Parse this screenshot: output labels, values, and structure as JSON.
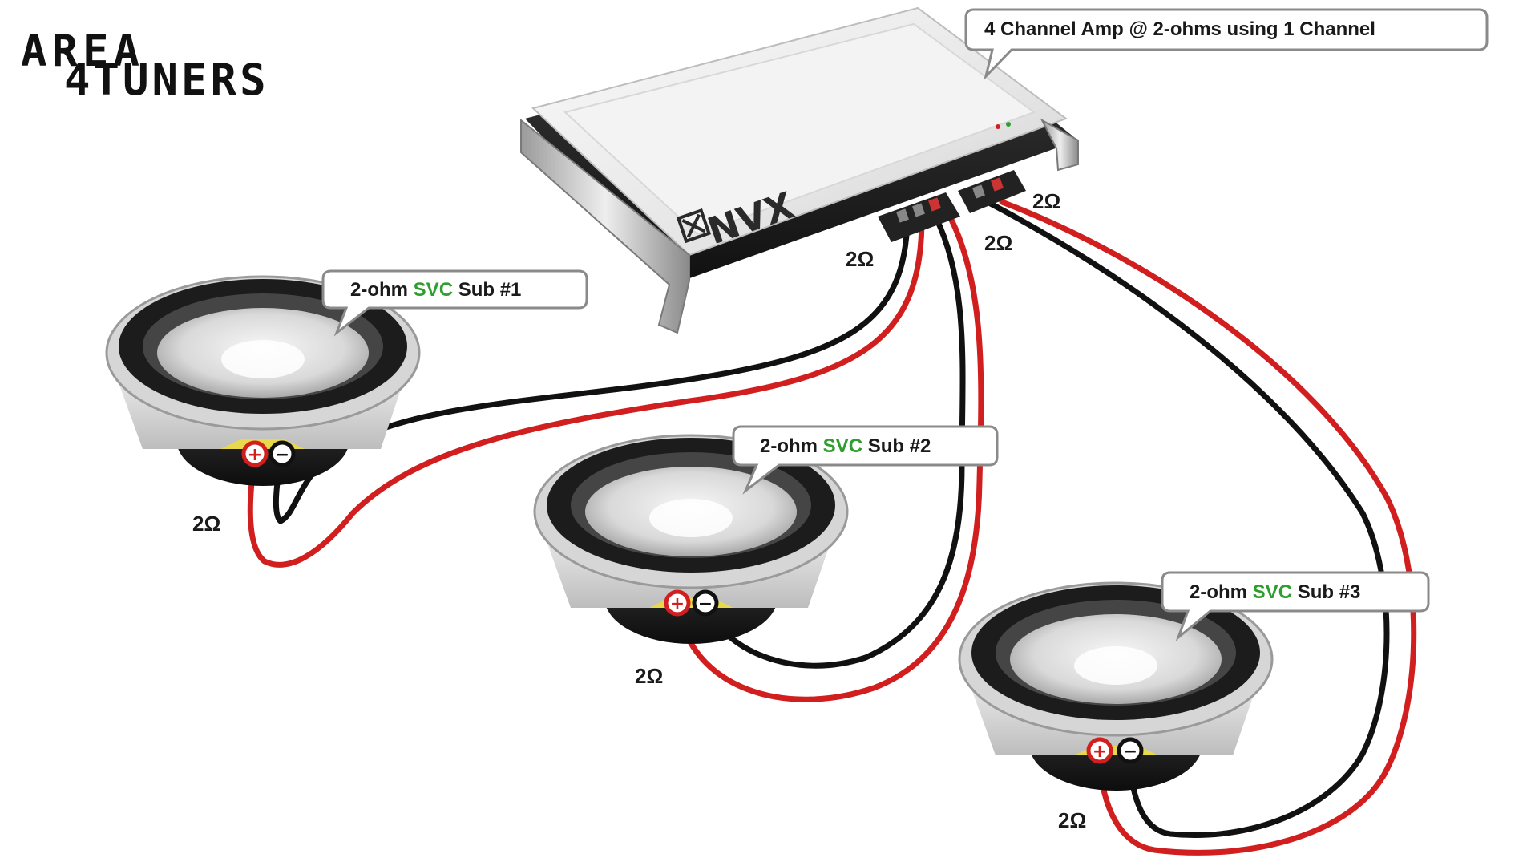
{
  "logo": {
    "line1": "AREA",
    "line2": "4TUNERS"
  },
  "amp": {
    "brand": "NVX",
    "callout": "4 Channel Amp  @ 2-ohms using 1 Channel",
    "terminal_labels": [
      "2Ω",
      "2Ω",
      "2Ω"
    ]
  },
  "subs": [
    {
      "label_pre": "2-ohm ",
      "label_svc": "SVC",
      "label_post": " Sub #1",
      "impedance": "2Ω"
    },
    {
      "label_pre": "2-ohm ",
      "label_svc": "SVC",
      "label_post": " Sub #2",
      "impedance": "2Ω"
    },
    {
      "label_pre": "2-ohm ",
      "label_svc": "SVC",
      "label_post": " Sub #3",
      "impedance": "2Ω"
    }
  ],
  "terminal_symbols": {
    "positive": "+",
    "negative": "−"
  },
  "colors": {
    "svc": "#2e9e2e",
    "positive_wire": "#d11f1f",
    "negative_wire": "#111111"
  }
}
